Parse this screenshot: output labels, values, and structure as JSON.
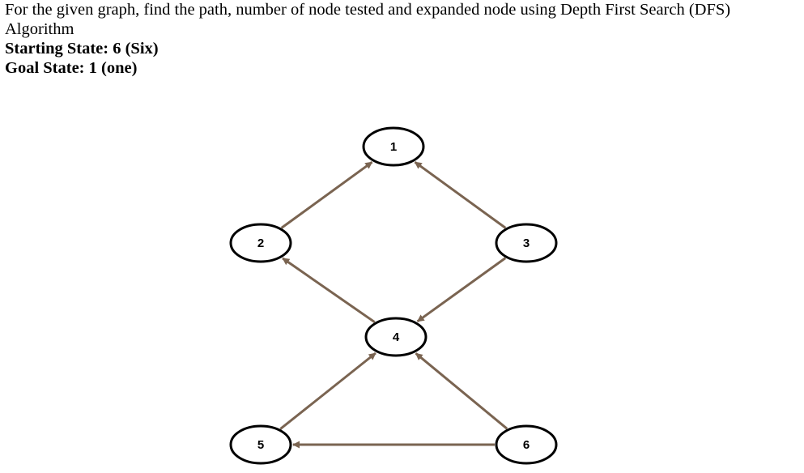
{
  "question": {
    "prompt": "For the given graph, find the path, number of node tested and expanded node using Depth First Search (DFS) Algorithm",
    "start_state": "Starting State: 6 (Six)",
    "goal_state": "Goal State: 1 (one)"
  },
  "graph": {
    "colors": {
      "edge": "#7a6451",
      "node_stroke": "#000000",
      "node_fill": "#ffffff"
    },
    "nodes": [
      {
        "id": "1",
        "label": "1"
      },
      {
        "id": "2",
        "label": "2"
      },
      {
        "id": "3",
        "label": "3"
      },
      {
        "id": "4",
        "label": "4"
      },
      {
        "id": "5",
        "label": "5"
      },
      {
        "id": "6",
        "label": "6"
      }
    ],
    "edges": [
      {
        "from": "2",
        "to": "1"
      },
      {
        "from": "3",
        "to": "1"
      },
      {
        "from": "4",
        "to": "2"
      },
      {
        "from": "3",
        "to": "4"
      },
      {
        "from": "5",
        "to": "4"
      },
      {
        "from": "6",
        "to": "4"
      },
      {
        "from": "6",
        "to": "5"
      }
    ]
  }
}
